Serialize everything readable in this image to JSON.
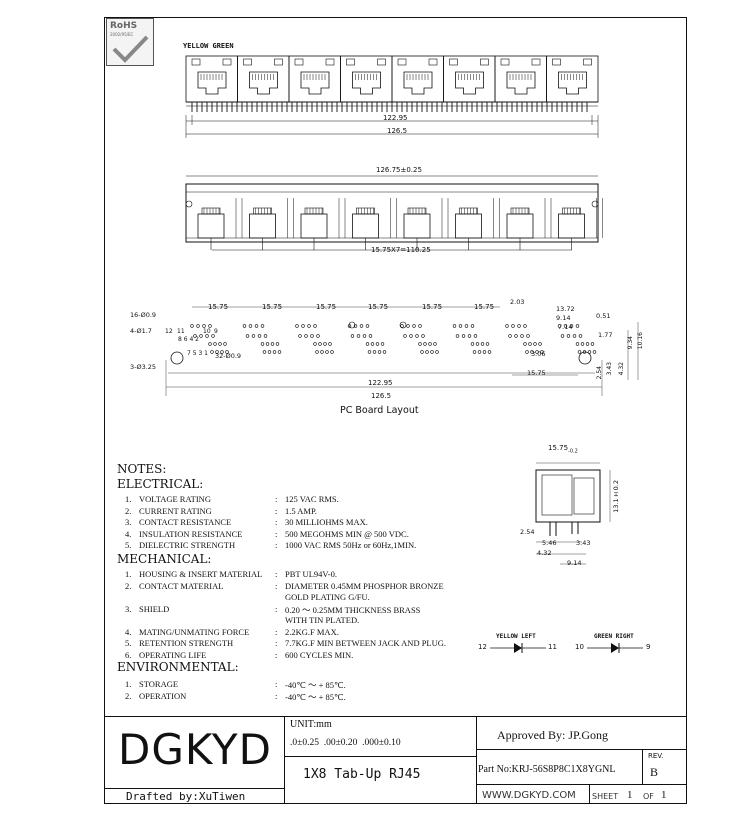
{
  "rohs": {
    "text": "RoHS",
    "sub": "2002/95/EC"
  },
  "top_view": {
    "led_label": "YELLOW GREEN",
    "dim_inner": "122.95",
    "dim_outer": "126.5"
  },
  "front_view": {
    "dim_width": "126.75±0.25",
    "dim_pitch": "15.75X7=110.25"
  },
  "pcb": {
    "title": "PC Board Layout",
    "pitch_labels": [
      "15.75",
      "15.75",
      "15.75",
      "15.75",
      "15.75",
      "15.75"
    ],
    "hole_16": "16-Ø0.9",
    "hole_4": "4-Ø1.7",
    "hole_3": "3-Ø3.25",
    "hole_32": "32-Ø0.9",
    "pin_12": "12",
    "pin_11": "11",
    "pin_10": "10",
    "pin_9": "9",
    "pins_8642": "8 6 4 2",
    "pins_7531": "7 5 3 1",
    "d_203": "2.03",
    "d_1372": "13.72",
    "d_914": "9.14",
    "d_051": "0.51",
    "d_714": "7.14",
    "d_177": "1.77",
    "d_306": "3.06",
    "d_1575": "15.75",
    "d_254": "2.54",
    "d_343": "3.43",
    "d_432": "4.32",
    "d_934": "9.34",
    "d_1016": "10.16",
    "d_12295": "122.95",
    "d_1265": "126.5"
  },
  "side_view": {
    "d_top": "15.75",
    "d_top_tol": "-0.2",
    "d_height": "13.1±0.2",
    "d_254": "2.54",
    "d_546": "5.46",
    "d_343": "3.43",
    "d_432": "4.32",
    "d_914": "9.14"
  },
  "notes": {
    "heading": "NOTES:",
    "electrical": {
      "heading": "ELECTRICAL:",
      "rows": [
        {
          "n": "1.",
          "label": "VOLTAGE RATING",
          "value": "125 VAC RMS."
        },
        {
          "n": "2.",
          "label": "CURRENT RATING",
          "value": "1.5 AMP."
        },
        {
          "n": "3.",
          "label": "CONTACT RESISTANCE",
          "value": "30 MILLIOHMS MAX."
        },
        {
          "n": "4.",
          "label": "INSULATION RESISTANCE",
          "value": "500 MEGOHMS MIN @ 500 VDC."
        },
        {
          "n": "5.",
          "label": "DIELECTRIC STRENGTH",
          "value": "1000 VAC RMS 50Hz or 60Hz,1MIN."
        }
      ]
    },
    "mechanical": {
      "heading": "MECHANICAL:",
      "rows": [
        {
          "n": "1.",
          "label": "HOUSING & INSERT MATERIAL",
          "value": "PBT  UL94V-0.",
          "value2": ""
        },
        {
          "n": "2.",
          "label": "CONTACT MATERIAL",
          "value": "DIAMETER 0.45MM PHOSPHOR BRONZE",
          "value2": "GOLD PLATING  G/FU."
        },
        {
          "n": "3.",
          "label": "SHIELD",
          "value": "0.20 ～ 0.25MM THICKNESS BRASS",
          "value2": "WITH TIN PLATED."
        },
        {
          "n": "4.",
          "label": "MATING/UNMATING FORCE",
          "value": "2.2KG.F MAX.",
          "value2": ""
        },
        {
          "n": "5.",
          "label": "RETENTION STRENGTH",
          "value": "7.7KG.F MIN BETWEEN JACK AND PLUG.",
          "value2": ""
        },
        {
          "n": "6.",
          "label": "OPERATING LIFE",
          "value": "600 CYCLES MIN.",
          "value2": ""
        }
      ]
    },
    "environmental": {
      "heading": "ENVIRONMENTAL:",
      "rows": [
        {
          "n": "1.",
          "label": "STORAGE",
          "value": "-40℃ ～ + 85℃."
        },
        {
          "n": "2.",
          "label": "OPERATION",
          "value": "-40℃ ～ + 85℃."
        }
      ]
    },
    "colon": ":"
  },
  "leds": {
    "yellow": {
      "label": "YELLOW LEFT",
      "left": "12",
      "right": "11"
    },
    "green": {
      "label": "GREEN RIGHT",
      "left": "10",
      "right": "9"
    }
  },
  "title_block": {
    "logo": "DGKYD",
    "drafted": "Drafted by:XuTiwen",
    "unit": "UNIT:mm",
    "tolerances": ".0±0.25  .00±0.20  .000±0.10",
    "title": "1X8 Tab-Up RJ45",
    "approved": "Approved By: JP.Gong",
    "part_no": "Part No:KRJ-56S8P8C1X8YGNL",
    "rev_label": "REV.",
    "rev": "B",
    "website": "WWW.DGKYD.COM",
    "sheet_label": "SHEET",
    "sheet": "1",
    "of_label": "OF",
    "of": "1"
  }
}
